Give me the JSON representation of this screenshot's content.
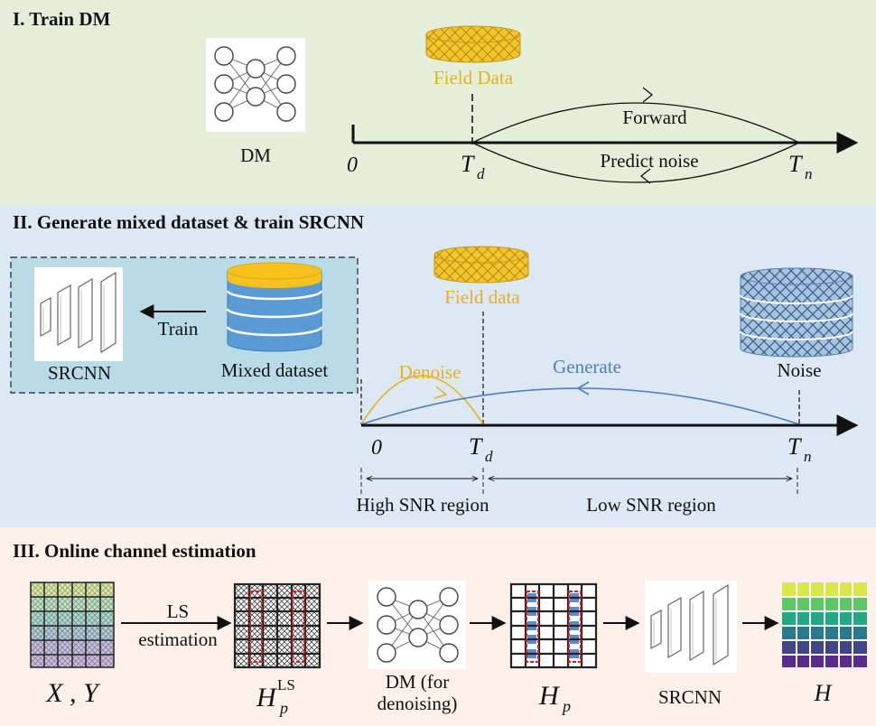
{
  "panel1": {
    "heading": "I. Train DM",
    "dm_label": "DM",
    "field_data": "Field Data",
    "forward": "Forward",
    "predict_noise": "Predict noise",
    "t0": "0",
    "td": "T",
    "td_sub": "d",
    "tn": "T",
    "tn_sub": "n"
  },
  "panel2": {
    "heading": "II. Generate mixed dataset & train SRCNN",
    "srcnn": "SRCNN",
    "train": "Train",
    "mixed_dataset": "Mixed dataset",
    "field_data": "Field data",
    "noise": "Noise",
    "denoise": "Denoise",
    "generate": "Generate",
    "t0": "0",
    "td": "T",
    "td_sub": "d",
    "tn": "T",
    "tn_sub": "n",
    "high_snr": "High SNR region",
    "low_snr": "Low SNR region"
  },
  "panel3": {
    "heading": "III. Online channel estimation",
    "xy": "X , Y",
    "ls_line1": "LS",
    "ls_line2": "estimation",
    "hp_ls_main": "H",
    "hp_ls_sup": "LS",
    "hp_ls_sub": "p",
    "dm_line1": "DM (for",
    "dm_line2": "denoising)",
    "hp_main": "H",
    "hp_sub": "p",
    "srcnn": "SRCNN",
    "h": "H"
  },
  "colors": {
    "panel1_bg": "#e4efd9",
    "panel2_bg": "#dce8f4",
    "panel3_bg": "#fdf0e8",
    "field_orange": "#e8b020",
    "generate_blue": "#4a7fc4",
    "noise_blue": "#7fa8cf",
    "pilot_red": "#d62020"
  }
}
